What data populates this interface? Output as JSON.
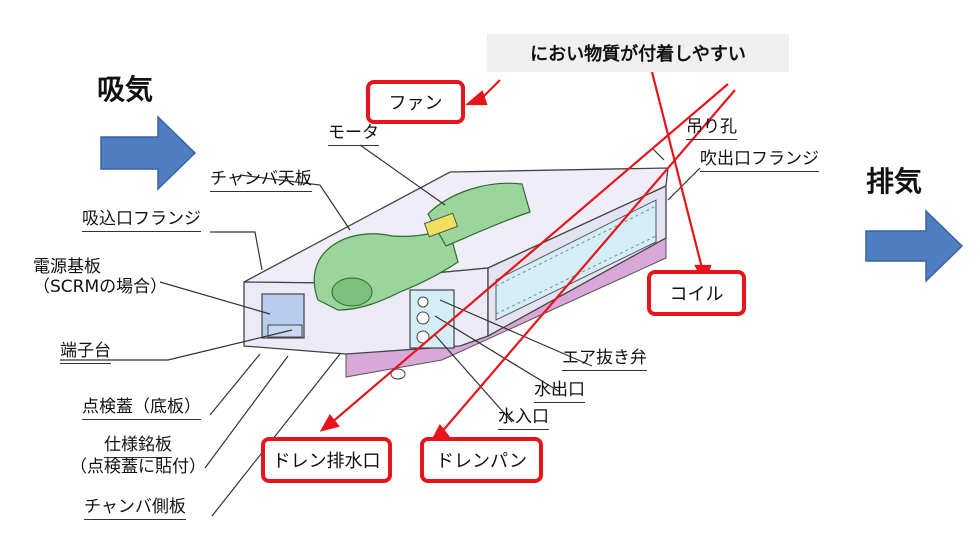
{
  "flow": {
    "intake": "吸気",
    "exhaust": "排気"
  },
  "callout": "におい物質が付着しやすい",
  "highlighted": {
    "fan": "ファン",
    "coil": "コイル",
    "drain_outlet": "ドレン排水口",
    "drain_pan": "ドレンパン"
  },
  "labels": {
    "motor": "モータ",
    "hanger_hole": "吊り孔",
    "outlet_flange": "吹出口フランジ",
    "chamber_top": "チャンバ天板",
    "inlet_flange": "吸込口フランジ",
    "power_board_1": "電源基板",
    "power_board_2": "（SCRMの場合）",
    "terminal": "端子台",
    "air_vent": "エア抜き弁",
    "water_out": "水出口",
    "water_in": "水入口",
    "inspection_lid": "点検蓋（底板）",
    "spec_plate_1": "仕様銘板",
    "spec_plate_2": "（点検蓋に貼付）",
    "chamber_side": "チャンバ側板"
  },
  "colors": {
    "arrow_blue": "#4f7fc0",
    "highlight_red": "#e8141c",
    "casing": "#efeef8",
    "coil": "#d4eef8",
    "fan": "#9bd59b",
    "drain_pan": "#d8a8d8"
  }
}
